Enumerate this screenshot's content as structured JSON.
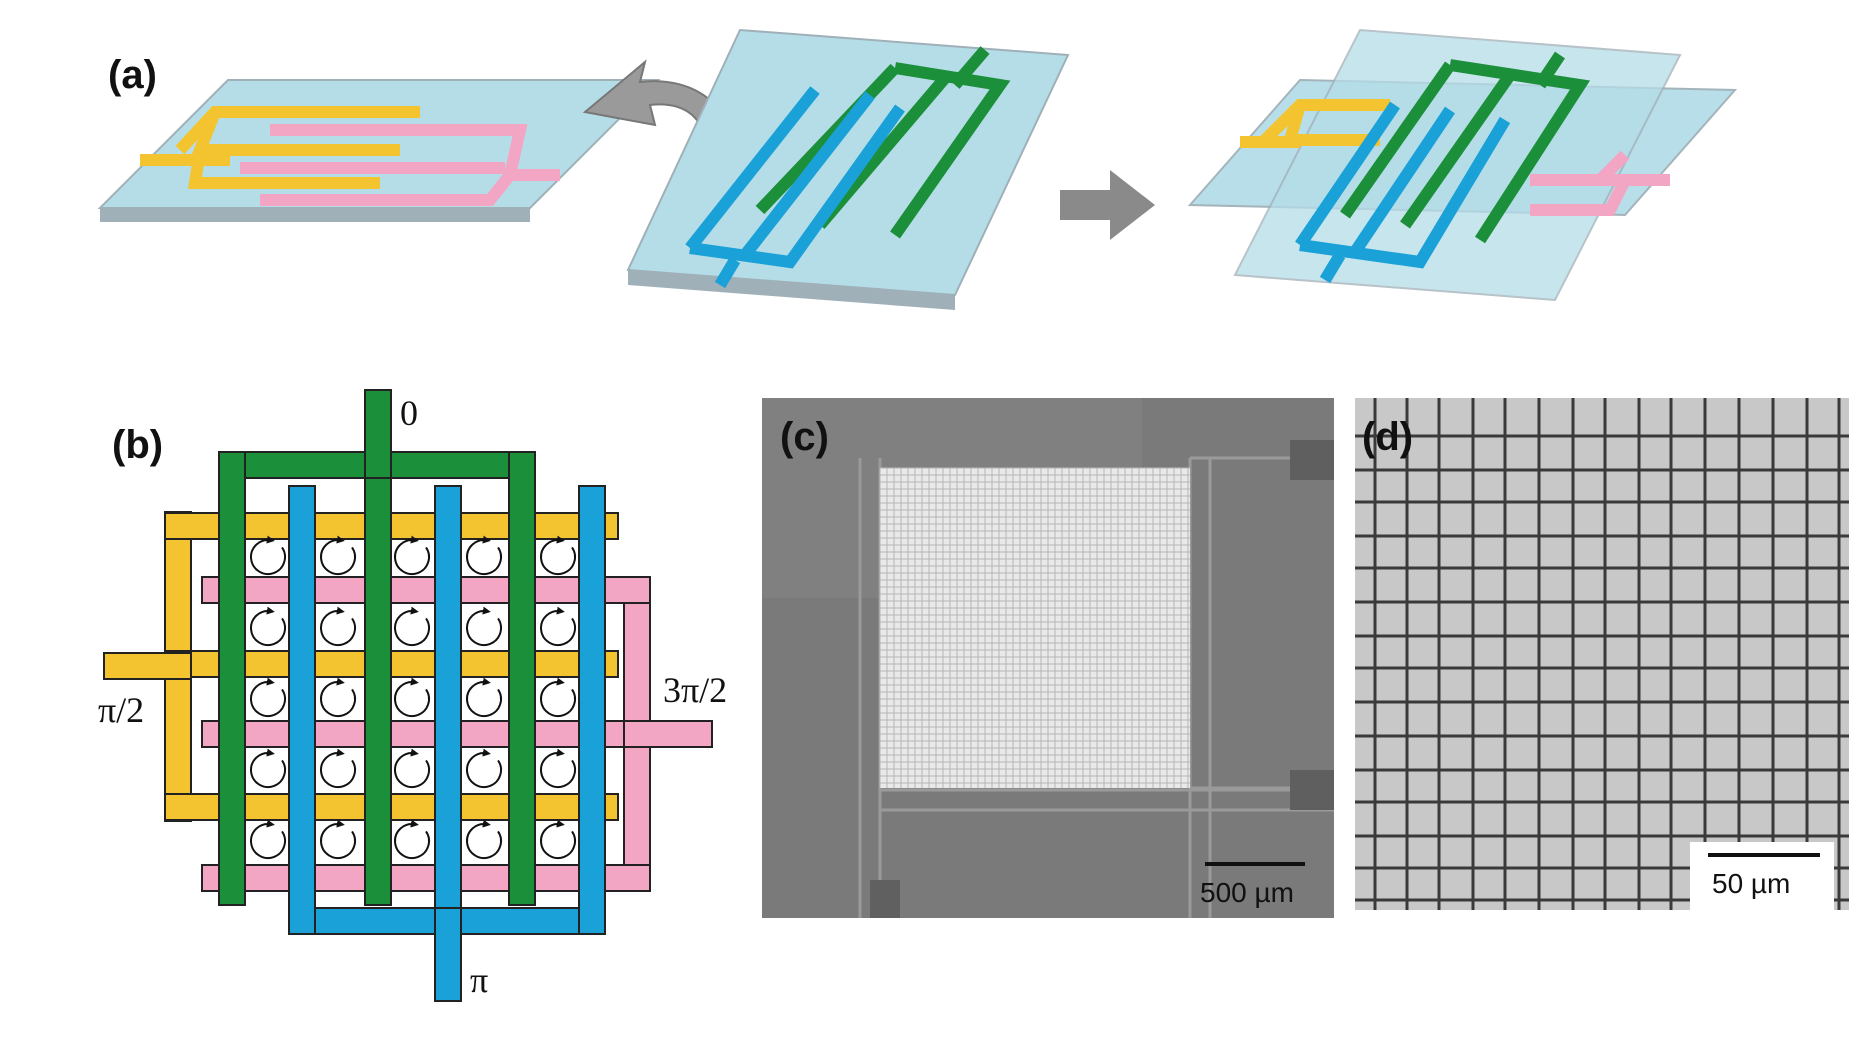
{
  "panels": {
    "a": {
      "label": "(a)"
    },
    "b": {
      "label": "(b)",
      "phases": {
        "top": "0",
        "left": "π/2",
        "bottom": "π",
        "right": "3π/2"
      }
    },
    "c": {
      "label": "(c)",
      "scale_bar": "500 µm"
    },
    "d": {
      "label": "(d)",
      "scale_bar": "50 µm"
    }
  },
  "colors": {
    "substrate": "#b5dde8",
    "substrate_edge": "#9fb0b8",
    "yellow_electrode": "#f4c430",
    "pink_electrode": "#f3a6c4",
    "green_electrode": "#1c8f3a",
    "blue_electrode": "#1aa1d8",
    "arrow": "#888888",
    "sem_background": "#7a7a7a",
    "micrograph_background": "#c8c8c8"
  },
  "icons": {
    "flip_arrow": "curved-arrow-icon",
    "assemble_arrow": "right-arrow-icon",
    "rotation": "clockwise-rotation-icon"
  }
}
